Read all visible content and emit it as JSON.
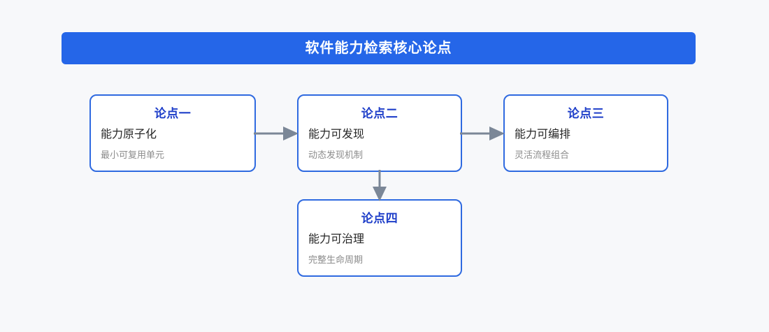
{
  "header": {
    "title": "软件能力检索核心论点",
    "background_color": "#2566e8",
    "text_color": "#ffffff"
  },
  "theme": {
    "page_background": "#f7f8fa",
    "card_border": "#2f6ae0",
    "card_background": "#ffffff",
    "card_title_color": "#1f3fc9",
    "card_body_color": "#262626",
    "card_caption_color": "#8c8c8c",
    "connector_color": "#7b8797"
  },
  "diagram": {
    "type": "flowchart",
    "cards": [
      {
        "id": "card-1",
        "title": "论点一",
        "body": "能力原子化",
        "caption": "最小可复用单元"
      },
      {
        "id": "card-2",
        "title": "论点二",
        "body": "能力可发现",
        "caption": "动态发现机制"
      },
      {
        "id": "card-3",
        "title": "论点三",
        "body": "能力可编排",
        "caption": "灵活流程组合"
      },
      {
        "id": "card-4",
        "title": "论点四",
        "body": "能力可治理",
        "caption": "完整生命周期"
      }
    ],
    "connectors": [
      {
        "id": "conn-1-2",
        "from": "card-1",
        "to": "card-2",
        "direction": "right"
      },
      {
        "id": "conn-2-3",
        "from": "card-2",
        "to": "card-3",
        "direction": "right"
      },
      {
        "id": "conn-2-4",
        "from": "card-2",
        "to": "card-4",
        "direction": "down"
      }
    ]
  }
}
